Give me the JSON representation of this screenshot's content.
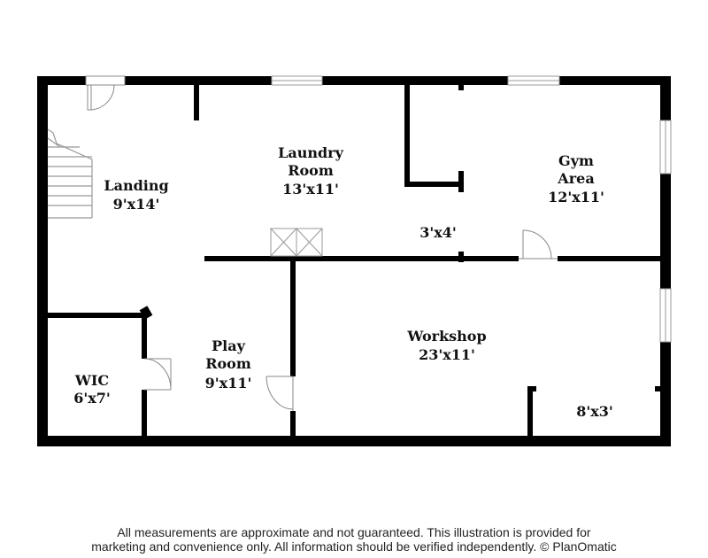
{
  "rooms": {
    "landing": {
      "name": "Landing",
      "size": "9'x14'"
    },
    "laundry": {
      "name_line1": "Laundry",
      "name_line2": "Room",
      "size": "13'x11'"
    },
    "gym": {
      "name_line1": "Gym",
      "name_line2": "Area",
      "size": "12'x11'"
    },
    "closet_3x4": {
      "size": "3'x4'"
    },
    "wic": {
      "name": "WIC",
      "size": "6'x7'"
    },
    "play": {
      "name_line1": "Play",
      "name_line2": "Room",
      "size": "9'x11'"
    },
    "workshop": {
      "name": "Workshop",
      "size": "23'x11'"
    },
    "nook_8x3": {
      "size": "8'x3'"
    }
  },
  "footer": {
    "line1": "All measurements are approximate and not guaranteed. This illustration is provided for",
    "line2": "marketing and convenience only. All information should be verified independently. © PlanOmatic"
  },
  "colors": {
    "wall": "#000000",
    "window": "#999999",
    "door": "#888888"
  }
}
